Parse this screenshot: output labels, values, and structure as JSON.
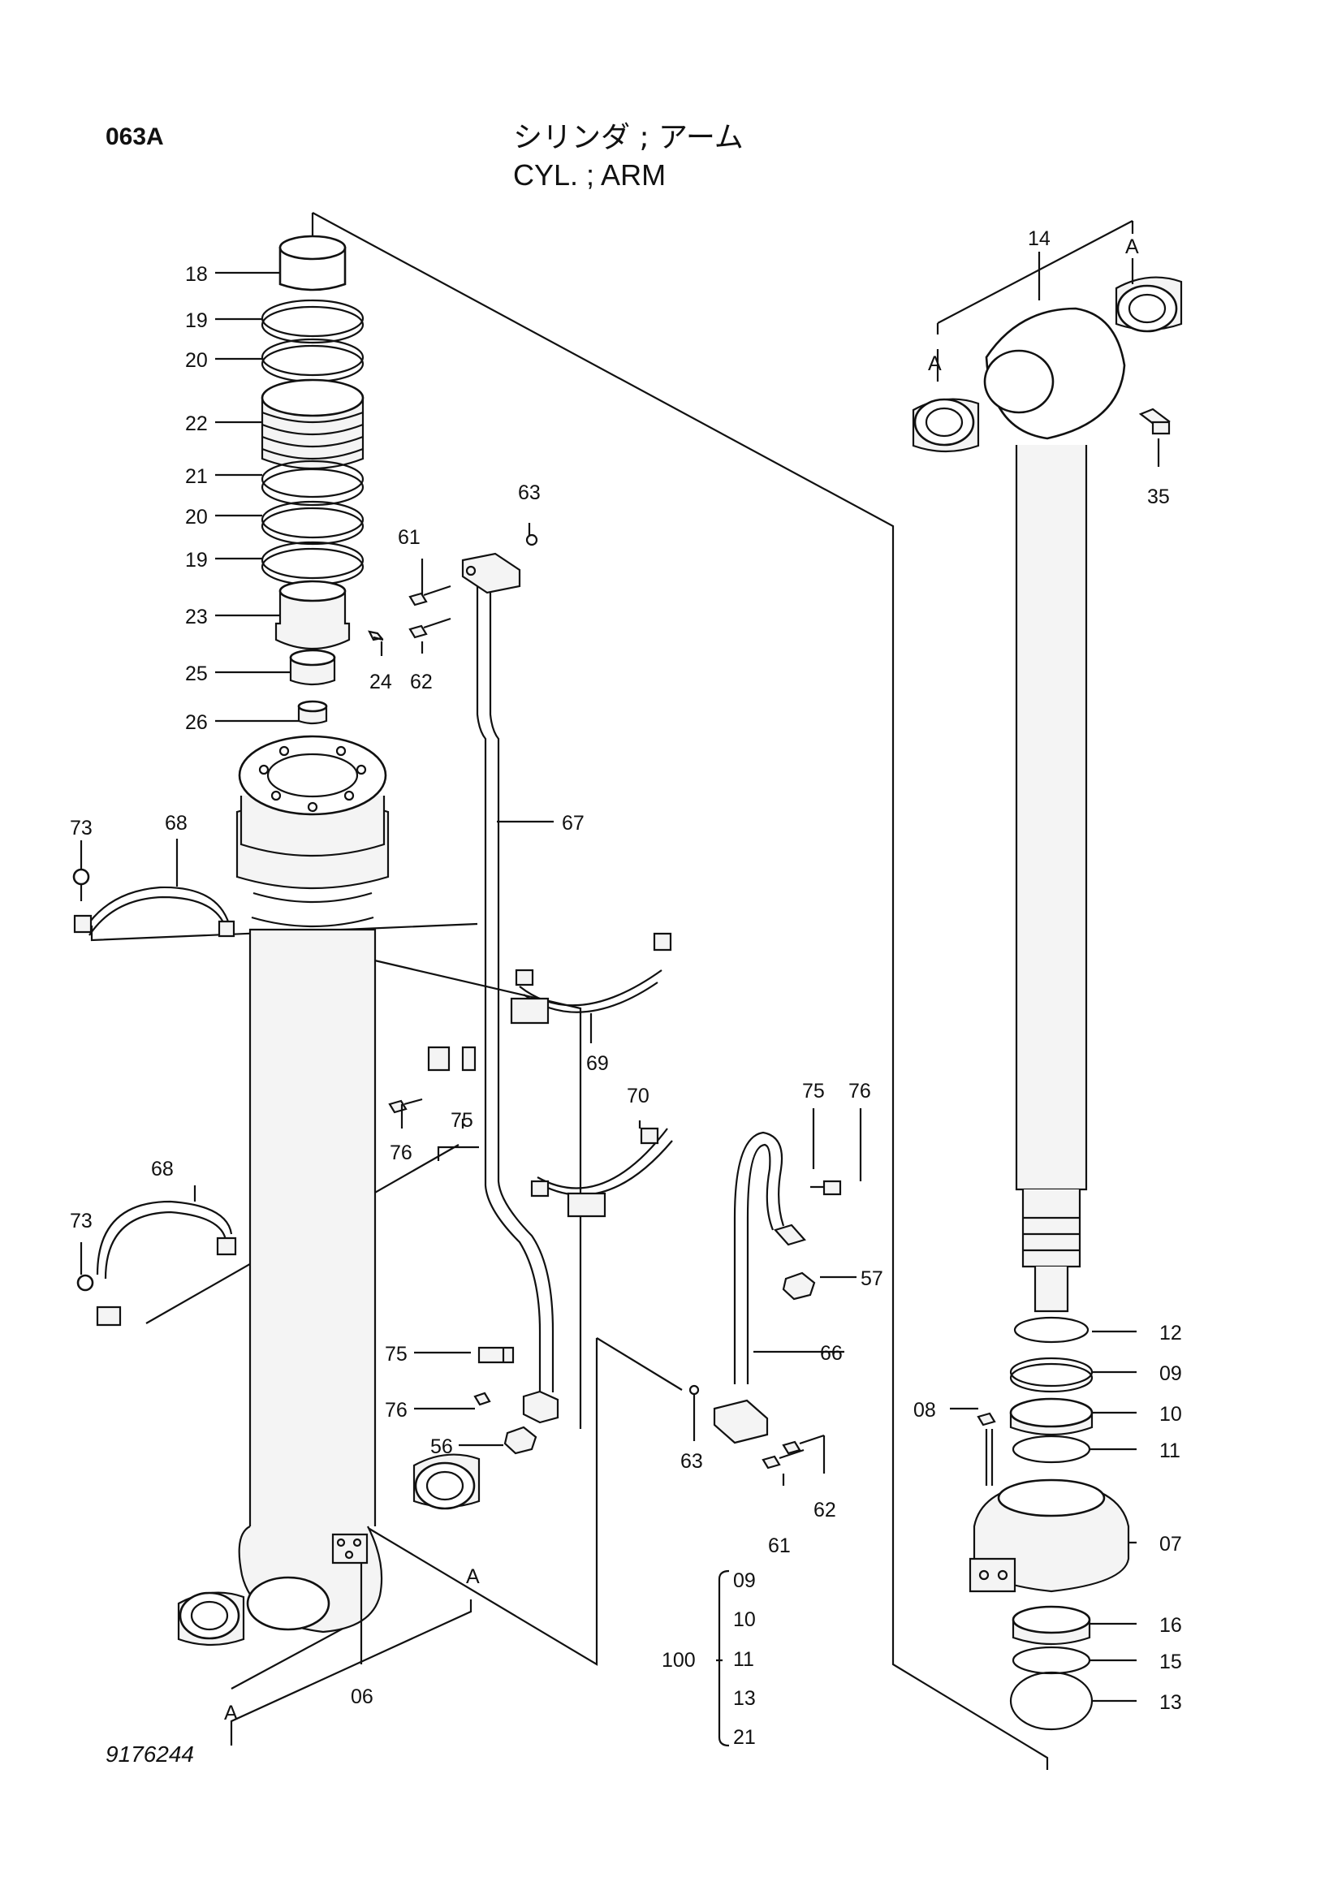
{
  "header": {
    "page_code": "063A",
    "title_jp": "シリンダ ; アーム",
    "title_en": "CYL. ; ARM"
  },
  "footer": {
    "drawing_number": "9176244"
  },
  "callouts": {
    "c18": "18",
    "c19a": "19",
    "c20a": "20",
    "c22": "22",
    "c21": "21",
    "c20b": "20",
    "c19b": "19",
    "c23": "23",
    "c24": "24",
    "c25": "25",
    "c26": "26",
    "c61a": "61",
    "c62a": "62",
    "c63a": "63",
    "c67": "67",
    "c73a": "73",
    "c68a": "68",
    "c69": "69",
    "c75a": "75",
    "c76a": "76",
    "c70": "70",
    "c75b": "75",
    "c76b": "76",
    "c68b": "68",
    "c73b": "73",
    "c57": "57",
    "c66": "66",
    "c75c": "75",
    "c76c": "76",
    "c56": "56",
    "c63b": "63",
    "c61b": "61",
    "c62b": "62",
    "c06": "06",
    "c14": "14",
    "c35": "35",
    "c12": "12",
    "c09": "09",
    "c08": "08",
    "c10": "10",
    "c11": "11",
    "c07": "07",
    "c16": "16",
    "c15": "15",
    "c13": "13"
  },
  "reference_marks": {
    "a1": "A",
    "a2": "A",
    "a3": "A",
    "a4": "A"
  },
  "kit": {
    "number": "100",
    "items": [
      "09",
      "10",
      "11",
      "13",
      "21"
    ]
  }
}
